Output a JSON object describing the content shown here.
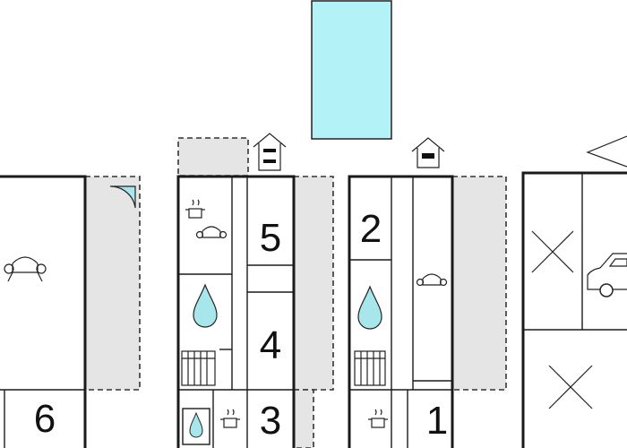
{
  "rooms": [
    {
      "id": "room-6",
      "label": "6"
    },
    {
      "id": "room-5",
      "label": "5"
    },
    {
      "id": "room-4",
      "label": "4"
    },
    {
      "id": "room-3",
      "label": "3"
    },
    {
      "id": "room-2",
      "label": "2"
    },
    {
      "id": "room-1",
      "label": "1"
    }
  ],
  "colors": {
    "pool": "#b3f3f8",
    "terrace": "#e5e5e5",
    "door": "#a7e6ea",
    "water": "#a7e6ea",
    "wall": "#1a1a1a"
  },
  "icons": [
    "sofa-icon",
    "pot-icon",
    "water-drop-icon",
    "radiator-icon",
    "house-icon",
    "car-icon",
    "cross-icon",
    "door-icon",
    "arrow-icon"
  ]
}
